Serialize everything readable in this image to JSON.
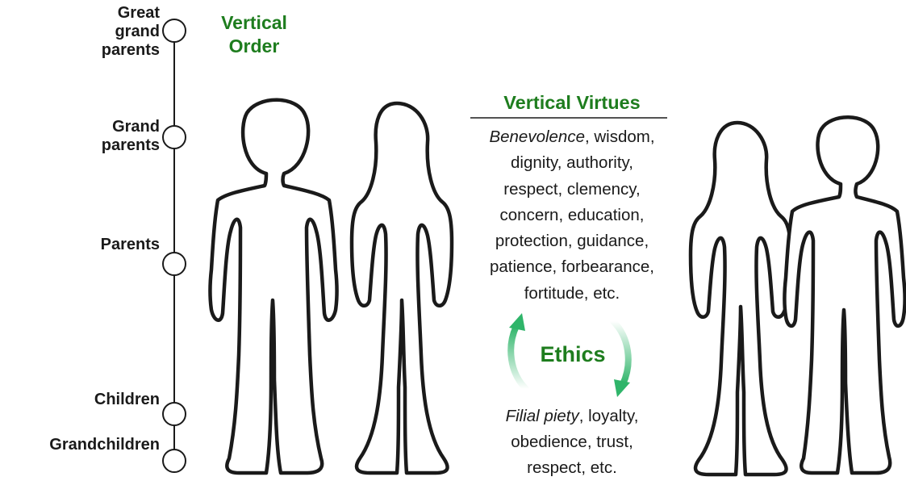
{
  "timeline": {
    "labels": {
      "great_grand_parents": [
        "Great",
        "grand",
        "parents"
      ],
      "grand_parents": [
        "Grand",
        "parents"
      ],
      "parents": "Parents",
      "children": "Children",
      "grandchildren": "Grandchildren"
    }
  },
  "vertical_order": {
    "line1": "Vertical",
    "line2": "Order"
  },
  "virtues": {
    "heading": "Vertical Virtues",
    "benevolence": "Benevolence",
    "line1_rest": ", wisdom,",
    "lines": [
      "dignity, authority,",
      "respect, clemency,",
      "concern, education,",
      "protection, guidance,",
      "patience, forbearance,",
      "fortitude, etc."
    ]
  },
  "ethics": {
    "label": "Ethics"
  },
  "piety": {
    "filial": "Filial piety",
    "line1_rest": ", loyalty,",
    "lines": [
      "obedience, trust,",
      "respect, etc."
    ]
  },
  "colors": {
    "green": "#1e7d1e",
    "arrow_green": "#2fb56a",
    "ink": "#1a1a1a"
  },
  "figures": [
    "man-silhouette",
    "woman-silhouette",
    "woman-silhouette",
    "man-silhouette"
  ]
}
